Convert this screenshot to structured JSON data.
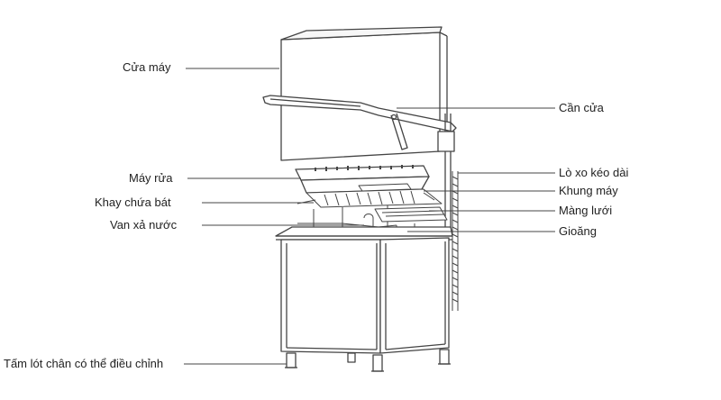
{
  "labels": {
    "cua_may": "Cửa máy",
    "may_rua": "Máy rửa",
    "khay_chua_bat": "Khay chứa bát",
    "van_xa_nuoc": "Van xả nước",
    "tam_lot_chan": "Tấm lót chân có thể điều chỉnh",
    "can_cua": "Cần cửa",
    "lo_xo_keo_dai": "Lò xo kéo dài",
    "khung_may": "Khung máy",
    "mang_luoi": "Màng lưới",
    "gioang": "Gioăng"
  },
  "colors": {
    "line": "#444444",
    "text": "#222222"
  }
}
